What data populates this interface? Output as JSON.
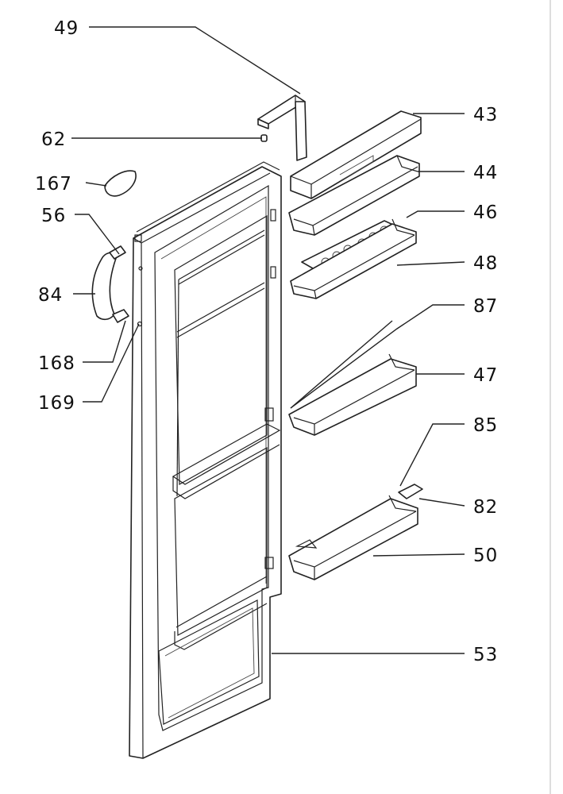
{
  "labels": {
    "l49": "49",
    "l62": "62",
    "l167": "167",
    "l56": "56",
    "l84": "84",
    "l168": "168",
    "l169": "169",
    "l43": "43",
    "l44": "44",
    "l46": "46",
    "l48": "48",
    "l87": "87",
    "l47": "47",
    "l85": "85",
    "l82": "82",
    "l50": "50",
    "l53": "53"
  }
}
